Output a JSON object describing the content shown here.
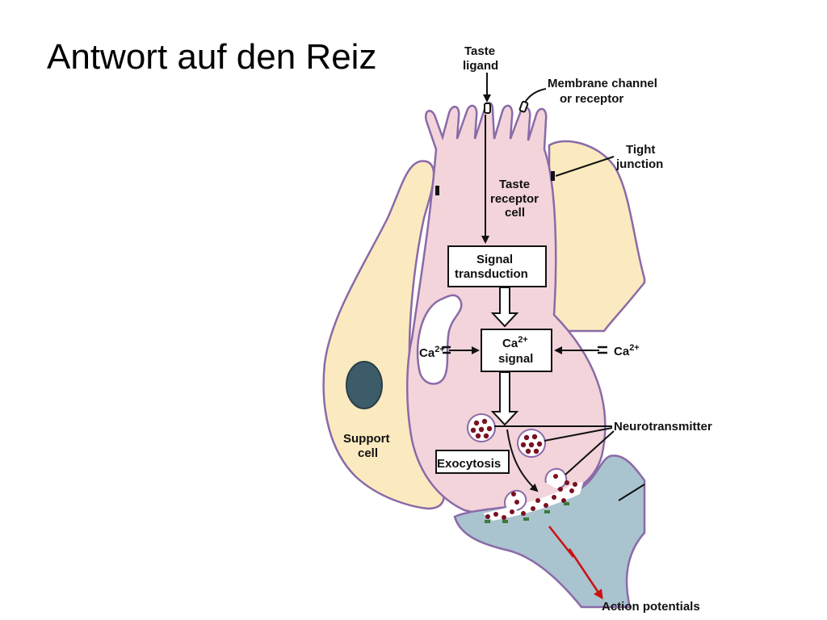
{
  "title": "Antwort auf den Reiz",
  "labels": {
    "taste_ligand_1": "Taste",
    "taste_ligand_2": "ligand",
    "membrane_1": "Membrane channel",
    "membrane_2": "or receptor",
    "tight_1": "Tight",
    "tight_2": "junction",
    "receptor_1": "Taste",
    "receptor_2": "receptor",
    "receptor_3": "cell",
    "signal_1": "Signal",
    "signal_2": "transduction",
    "ca_signal_1": "Ca",
    "ca_signal_sup": "2+",
    "ca_signal_2": "signal",
    "ca_left": "Ca",
    "ca_left_sup": "2+",
    "ca_right": "Ca",
    "ca_right_sup": "2+",
    "support_1": "Support",
    "support_2": "cell",
    "neurotransmitter": "Neurotransmitter",
    "exocytosis": "Exocytosis",
    "action_potentials": "Action potentials"
  },
  "colors": {
    "receptor_cell": "#f2d4da",
    "support_cell": "#fbeabf",
    "neuron": "#a9c3cf",
    "membrane": "#8a6aa8",
    "nucleus": "#3d5c69",
    "vesicle_dot": "#7a1020",
    "action_arrow": "#cc1111"
  }
}
